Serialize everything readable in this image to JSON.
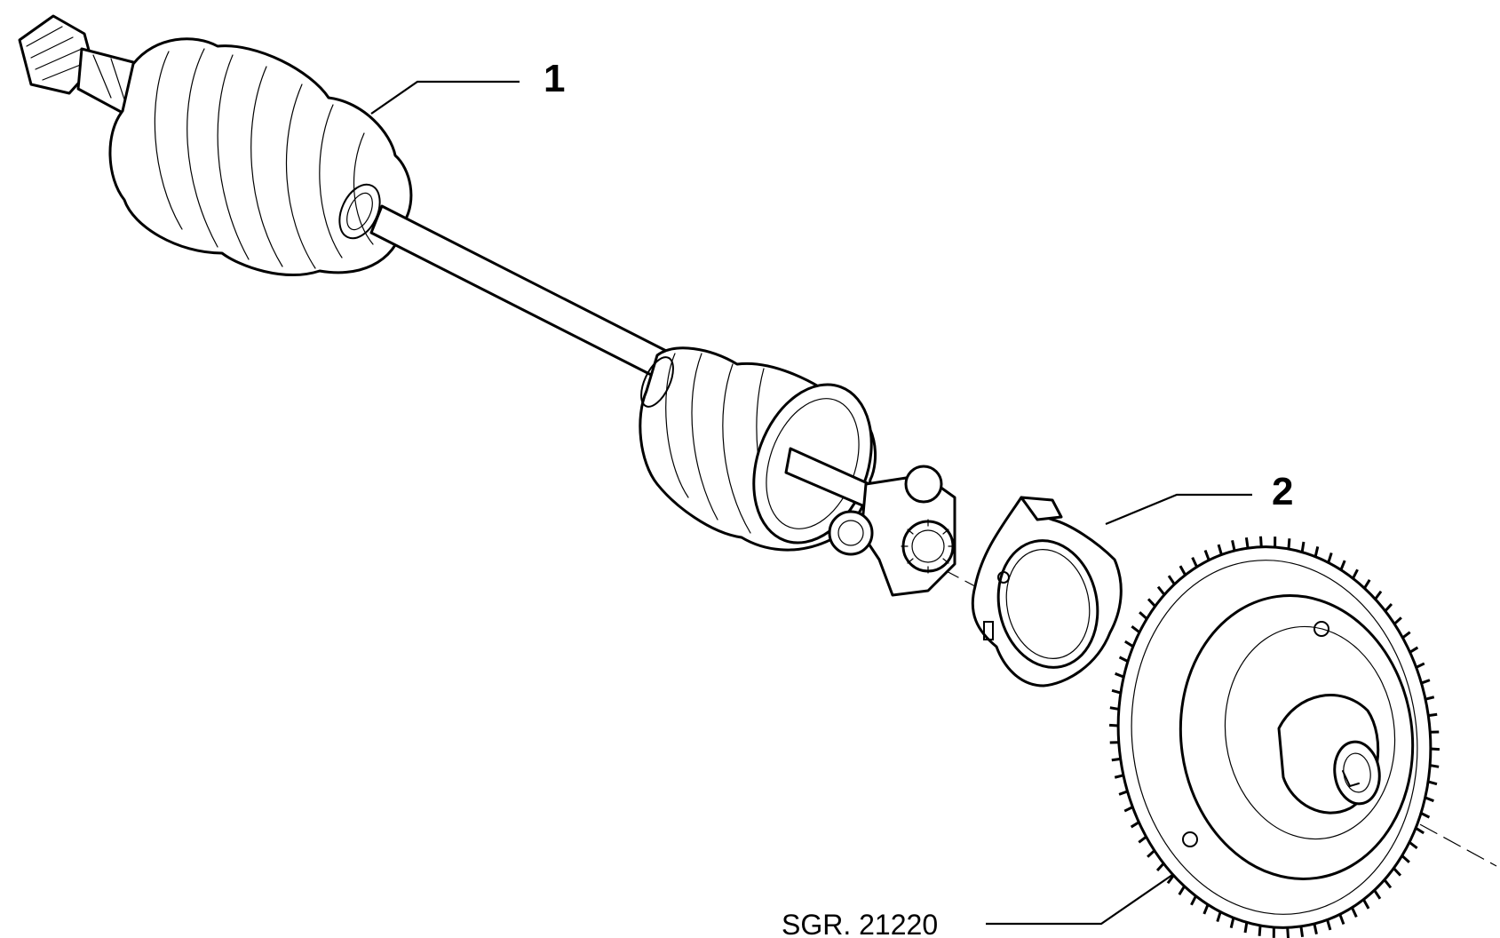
{
  "diagram": {
    "callouts": [
      {
        "id": "1",
        "label": "1"
      },
      {
        "id": "2",
        "label": "2"
      }
    ],
    "reference_label": "SGR. 21220"
  }
}
